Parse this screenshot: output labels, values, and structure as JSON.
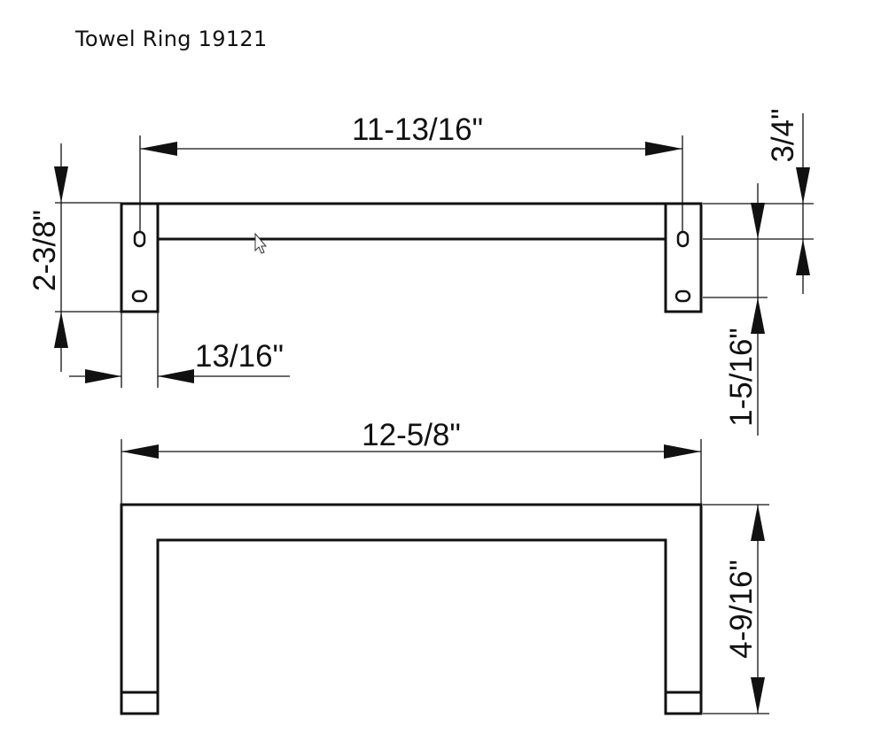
{
  "title": "Towel Ring 19121",
  "dimensions": {
    "top_width": "11-13/16\"",
    "bracket_height": "2-3/8\"",
    "bracket_width": "13/16\"",
    "top_offset": "3/4\"",
    "hole_spacing": "1-5/16\"",
    "overall_width": "12-5/8\"",
    "projection": "4-9/16\""
  }
}
